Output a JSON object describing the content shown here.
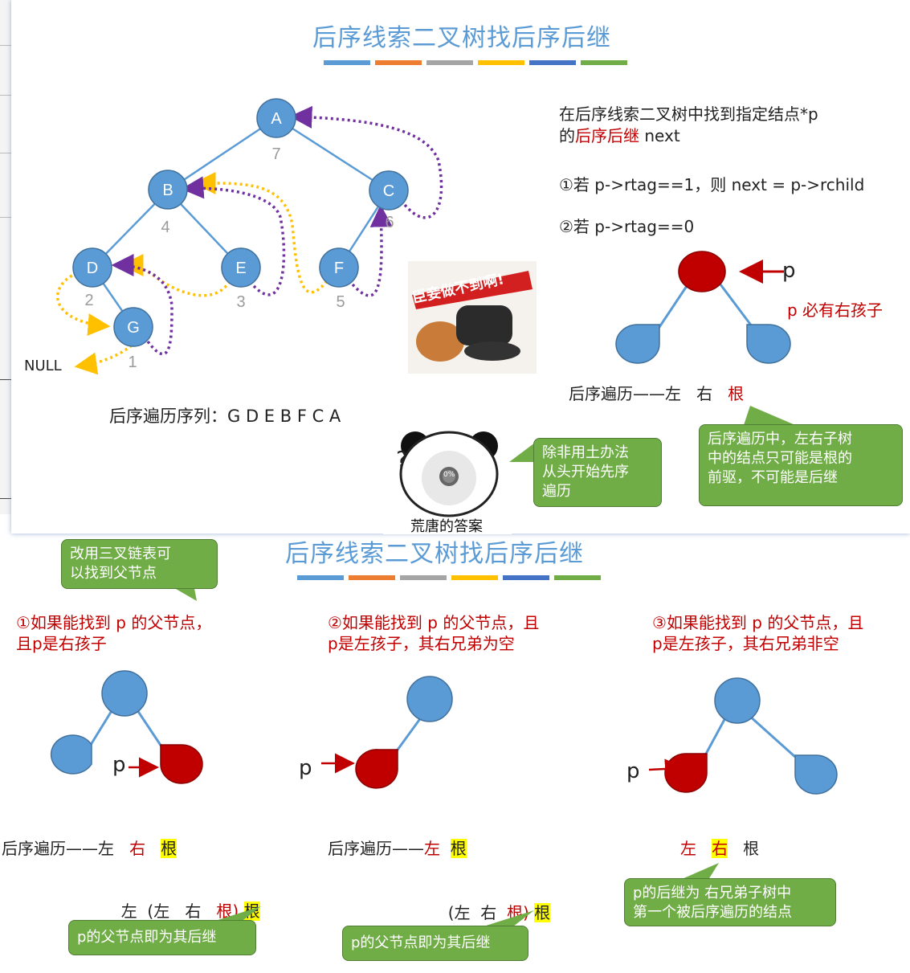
{
  "top": {
    "title": "后序线索二叉树找后序后继",
    "intro_line1": "在后序线索二叉树中找到指定结点*p",
    "intro_line2_a": "的",
    "intro_line2_b": "后序后继",
    "intro_line2_c": " next",
    "rule1": "①若 p->rtag==1，则 next = p->rchild",
    "rule2": "②若 p->rtag==0",
    "p_label": "p",
    "p_right_child": "p 必有右孩子",
    "traversal_prefix": "后序遍历——左",
    "traversal_right": "右",
    "traversal_root": "根",
    "sequence": "后序遍历序列：G D E B F C A",
    "null_label": "NULL",
    "tree": {
      "nodes": [
        "A",
        "B",
        "C",
        "D",
        "E",
        "F",
        "G"
      ],
      "orders": [
        "7",
        "4",
        "6",
        "2",
        "3",
        "5",
        "1"
      ]
    },
    "meme1_text": "臣妾做不到啊!",
    "meme2_caption": "荒唐的答案",
    "meme2_badge": "0%",
    "meme2_q": "?",
    "bubble1": [
      "除非用土办法",
      "从头开始先序",
      "遍历"
    ],
    "bubble2": [
      "后序遍历中，左右子树",
      "中的结点只可能是根的",
      "前驱，不可能是后继"
    ]
  },
  "bottom": {
    "title": "后序线索二叉树找后序后继",
    "bubble_top": [
      "改用三叉链表可",
      "以找到父节点"
    ],
    "case1": [
      "①如果能找到 p 的父节点，",
      "且p是右孩子"
    ],
    "case2": [
      "②如果能找到 p 的父节点，且",
      "p是左孩子，其右兄弟为空"
    ],
    "case3": [
      "③如果能找到 p 的父节点，且",
      "p是左孩子，其右兄弟非空"
    ],
    "p_label": "p",
    "c1_line1_prefix": "后序遍历——左",
    "c1_line1_right": "右",
    "c1_line1_root": "根",
    "c1_line2_a": "左  (左",
    "c1_line2_b": "右",
    "c1_line2_c": "根)",
    "c1_line2_d": "根",
    "c2_line1_prefix": "后序遍历——",
    "c2_line1_left": "左",
    "c2_line1_root": "根",
    "c2_line2_a": "(左  右",
    "c2_line2_b": "根)",
    "c2_line2_c": "根",
    "c3_left": "左",
    "c3_right": "右",
    "c3_root": "根",
    "bubble_c1": "p的父节点即为其后继",
    "bubble_c2": "p的父节点即为其后继",
    "bubble_c3": [
      "p的后继为 右兄弟子树中",
      "第一个被后序遍历的结点"
    ]
  },
  "colors": {
    "title_blue": "#5b9bd5",
    "node_blue": "#5b9bd5",
    "node_red": "#c00000",
    "thread_yellow": "#ffc000",
    "thread_purple": "#7030a0",
    "bubble_green": "#70ad47"
  },
  "stripe_colors": [
    "#5b9bd5",
    "#ed7d31",
    "#a5a5a5",
    "#ffc000",
    "#4472c4",
    "#70ad47"
  ]
}
